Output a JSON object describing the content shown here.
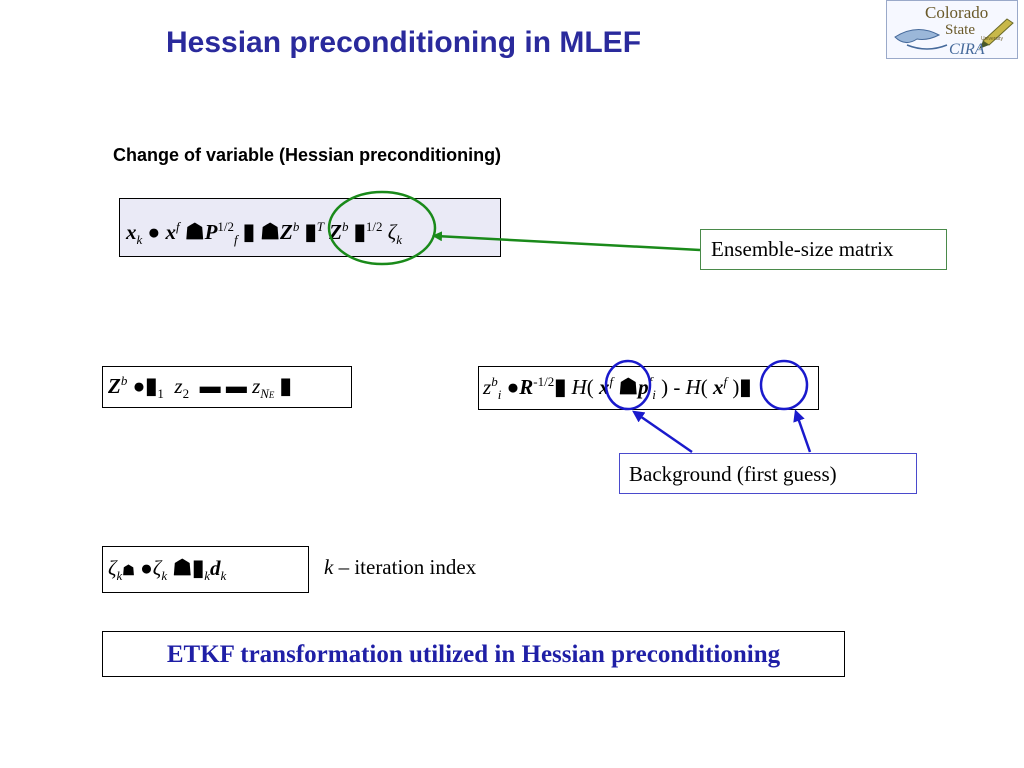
{
  "slide": {
    "title": "Hessian preconditioning in MLEF",
    "subtitle": "Change of variable (Hessian preconditioning)",
    "logo": {
      "line1": "Colorado",
      "line2": "State",
      "line3": "University",
      "line4": "CIRA"
    },
    "equations": {
      "change_of_variable": {
        "x": "x",
        "k": "k",
        "sup_f": "f",
        "P": "P",
        "half": "1/2",
        "sub_f": "f",
        "Z": "Z",
        "sup_b": "b",
        "sup_T": "T",
        "zeta": "ζ",
        "blot": "⬛"
      },
      "ensemble_matrix": {
        "Z": "Z",
        "sup_b": "b",
        "z": "z",
        "one": "1",
        "two": "2",
        "NE": "N",
        "NE_sub": "E"
      },
      "column_def": {
        "z": "z",
        "i": "i",
        "sup_b": "b",
        "R": "R",
        "neg_half": "-1/2",
        "H": "H",
        "open": "(",
        "x": "x",
        "sup_f": "f",
        "p": "p",
        "close": ")",
        "minus": " - "
      },
      "iteration": {
        "zeta": "ζ",
        "k": "k",
        "d": "d"
      }
    },
    "labels": {
      "ensemble_size": "Ensemble-size matrix",
      "background": "Background (first guess)",
      "iteration_k": "k",
      "iteration_rest": " – iteration index"
    },
    "footer": "ETKF transformation utilized in Hessian preconditioning",
    "colors": {
      "title": "#2a2a9c",
      "footer": "#1f1fa6",
      "green_annotation": "#1a8a1a",
      "blue_annotation": "#1a1acc"
    }
  }
}
